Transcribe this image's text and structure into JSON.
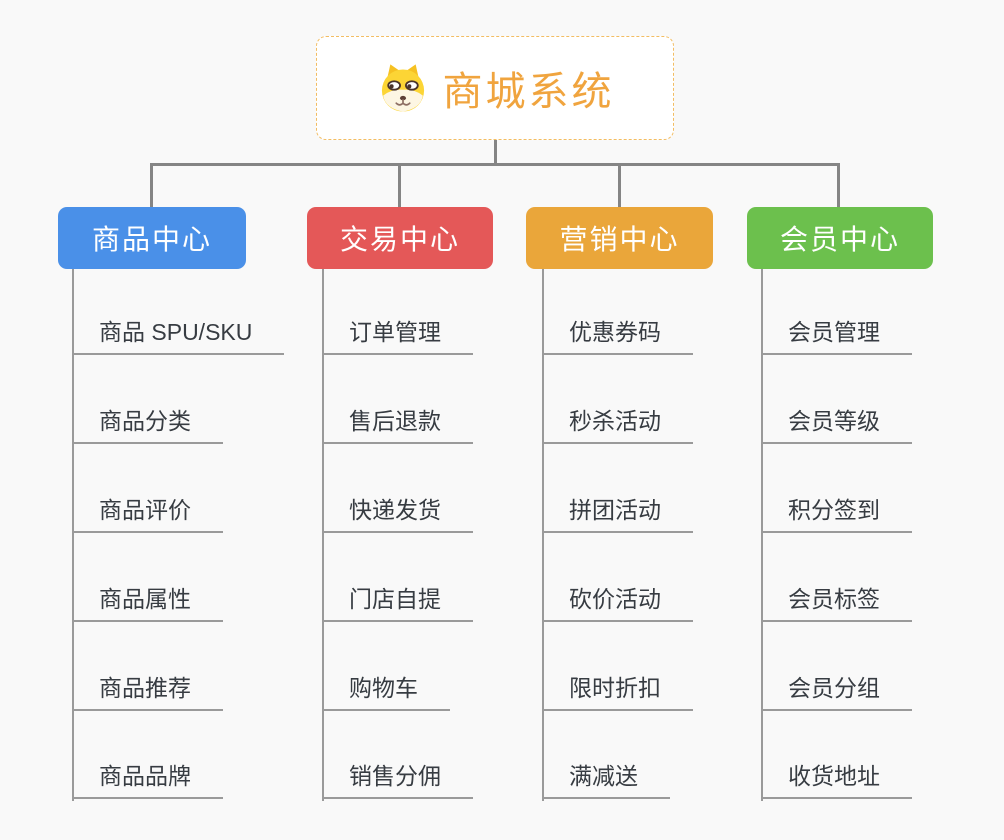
{
  "page": {
    "background": "#f9f9f9"
  },
  "colors": {
    "connector": "#858585",
    "branch_line": "#9a9a9a",
    "item_text": "#373c42",
    "root_accent": "#f0a43e",
    "root_border": "#f3bd62"
  },
  "root": {
    "title": "商城系统",
    "icon": "dog-face-icon"
  },
  "branches": [
    {
      "label": "商品中心",
      "color": "#4a90e8",
      "items": [
        "商品 SPU/SKU",
        "商品分类",
        "商品评价",
        "商品属性",
        "商品推荐",
        "商品品牌"
      ]
    },
    {
      "label": "交易中心",
      "color": "#e45858",
      "items": [
        "订单管理",
        "售后退款",
        "快递发货",
        "门店自提",
        "购物车",
        "销售分佣"
      ]
    },
    {
      "label": "营销中心",
      "color": "#eaa63a",
      "items": [
        "优惠券码",
        "秒杀活动",
        "拼团活动",
        "砍价活动",
        "限时折扣",
        "满减送"
      ]
    },
    {
      "label": "会员中心",
      "color": "#6cc04d",
      "items": [
        "会员管理",
        "会员等级",
        "积分签到",
        "会员标签",
        "会员分组",
        "收货地址"
      ]
    }
  ]
}
